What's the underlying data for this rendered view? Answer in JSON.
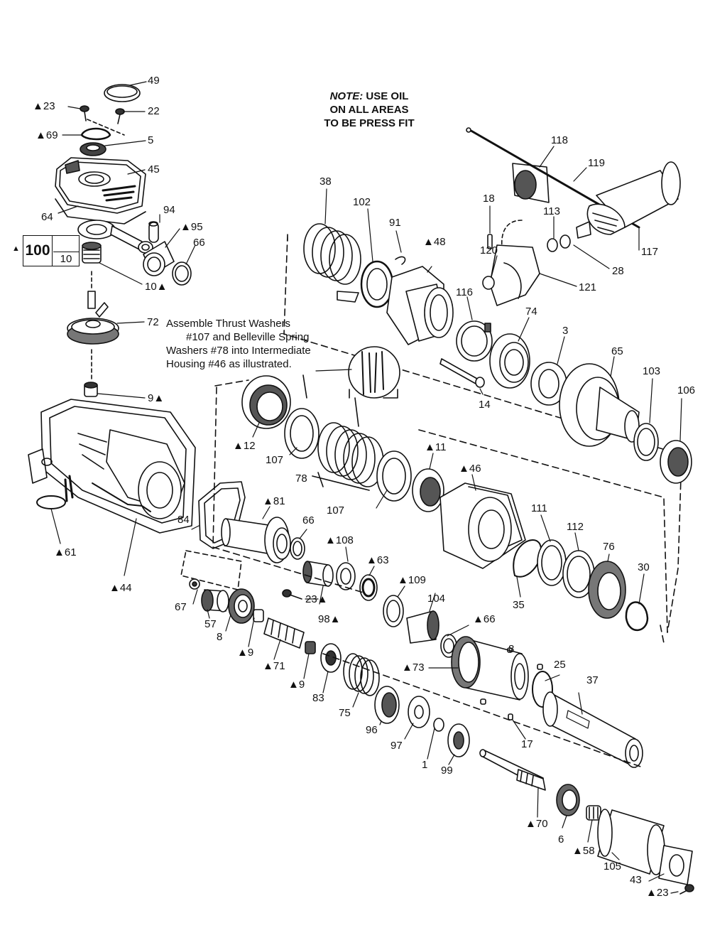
{
  "note": {
    "lines": [
      "USE OIL",
      "ON ALL AREAS",
      "TO BE PRESS FIT"
    ],
    "prefix": "NOTE:"
  },
  "instruction": {
    "lines": [
      "Assemble Thrust Washers",
      "#107 and Belleville Spring",
      "Washers #78 into Intermediate",
      "Housing #46 as illustrated."
    ]
  },
  "box100": {
    "main": "100",
    "sub": "10",
    "marker": "▲"
  },
  "labels": {
    "l49": "49",
    "l23a": "▲23",
    "l22": "22",
    "l69": "▲69",
    "l5": "5",
    "l45": "45",
    "l64": "64",
    "l94": "94",
    "l95": "▲95",
    "l66a": "66",
    "l10": "10▲",
    "l72": "72",
    "l9a": "9▲",
    "l61": "▲61",
    "l44": "▲44",
    "l38": "38",
    "l102": "102",
    "l91": "91",
    "l48": "▲48",
    "l18": "18",
    "l118": "118",
    "l119": "119",
    "l113": "113",
    "l28": "28",
    "l117": "117",
    "l120": "120",
    "l121": "121",
    "l116": "116",
    "l74": "74",
    "l3": "3",
    "l65": "65",
    "l103": "103",
    "l106": "106",
    "l14": "14",
    "l12": "▲12",
    "l107a": "107",
    "l78": "78",
    "l107b": "107",
    "l11": "▲11",
    "l46": "▲46",
    "l111": "111",
    "l112": "112",
    "l76": "76",
    "l30": "30",
    "l35": "35",
    "l84": "84",
    "l81": "▲81",
    "l66b": "66",
    "l108": "▲108",
    "l63": "▲63",
    "l109": "▲109",
    "l104": "104",
    "l66c": "▲66",
    "l23b": "23▲",
    "l98": "98▲",
    "l67": "67",
    "l57": "57",
    "l8a": "8",
    "l9b": "▲9",
    "l71": "▲71",
    "l9c": "▲9",
    "l83": "83",
    "l75": "75",
    "l96": "96",
    "l97": "97",
    "l1": "1",
    "l99": "99",
    "l73": "▲73",
    "l8b": "8",
    "l25": "25",
    "l37": "37",
    "l17": "17",
    "l70": "▲70",
    "l6": "6",
    "l58": "▲58",
    "l105": "105",
    "l43": "43",
    "l23c": "▲23"
  }
}
